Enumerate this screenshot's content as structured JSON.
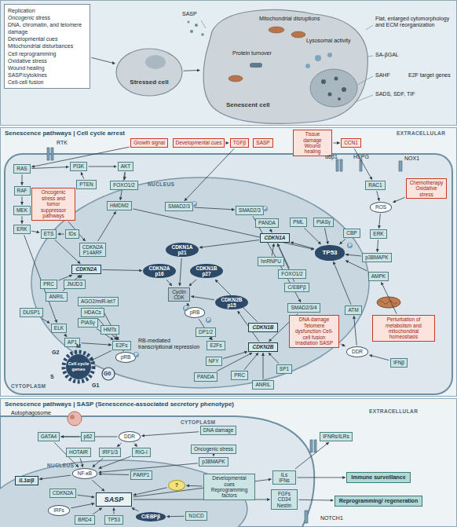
{
  "diagram": {
    "nodes": [
      {
        "text": [
          "Replication",
          "Oncogenic stress",
          "DNA, chromatin, and telomere damage",
          "Developmental cues",
          "Mitochondrial disturbances",
          "Cell reprogramming",
          "Oxidative stress",
          "Wound healing",
          "SASP/cytokines",
          "Cell-cell fusion"
        ]
      },
      {
        "text": [
          "Stressed cell"
        ]
      },
      {
        "text": [
          "Senescent cell"
        ]
      },
      {
        "text": [
          "Senescence pathways | Cell cycle arrest"
        ]
      },
      {
        "text": [
          "RAS"
        ],
        "in": 3
      },
      {
        "text": [
          "RAF"
        ],
        "in": 3
      },
      {
        "text": [
          "MEK"
        ],
        "in": 3
      },
      {
        "text": [
          "ERK"
        ],
        "in": 3
      },
      {
        "text": [
          "PI3K"
        ],
        "in": 3
      },
      {
        "text": [
          "AKT"
        ],
        "in": 3
      },
      {
        "text": [
          "PTEN"
        ],
        "in": 3
      },
      {
        "text": [
          "FOXO1/2"
        ],
        "in": 3
      },
      {
        "text": [
          "HMDM2"
        ],
        "in": 3
      },
      {
        "text": [
          "Oncogenic stress and tumor suppressor pathways"
        ],
        "in": 3
      },
      {
        "text": [
          "ETS"
        ],
        "in": 3
      },
      {
        "text": [
          "IDs"
        ],
        "in": 3
      },
      {
        "text": [
          "CDKN2A",
          "P14ARF"
        ],
        "in": 3
      },
      {
        "text": [
          "CDKN2A"
        ],
        "in": 3
      },
      {
        "text": [
          "PRC"
        ],
        "in": 3
      },
      {
        "text": [
          "JMJD3"
        ],
        "in": 3
      },
      {
        "text": [
          "ANRIL"
        ],
        "in": 3
      },
      {
        "text": [
          "DUSP1"
        ],
        "in": 3
      },
      {
        "text": [
          "ELK"
        ],
        "in": 3
      },
      {
        "text": [
          "AP1"
        ],
        "in": 3
      },
      {
        "text": [
          "AGO2/miR-let7"
        ],
        "in": 3
      },
      {
        "text": [
          "HDACs"
        ],
        "in": 3
      },
      {
        "text": [
          "PIASγ"
        ],
        "in": 3
      },
      {
        "text": [
          "HMTs"
        ],
        "in": 3
      },
      {
        "text": [
          "E2Fs"
        ],
        "in": 3
      },
      {
        "text": [
          "pRB"
        ],
        "in": 3
      },
      {
        "text": [
          "Cell cycle genes"
        ],
        "in": 3
      },
      {
        "text": [
          "CDKN1A",
          "p21"
        ],
        "in": 3
      },
      {
        "text": [
          "CDKN2A",
          "p16"
        ],
        "in": 3
      },
      {
        "text": [
          "CDKN1B",
          "p27"
        ],
        "in": 3
      },
      {
        "text": [
          "Cyclin",
          "CDK"
        ],
        "in": 3
      },
      {
        "text": [
          "pRB"
        ],
        "in": 3
      },
      {
        "text": [
          "CDKN2B",
          "p15"
        ],
        "in": 3
      },
      {
        "text": [
          "DP1/2"
        ],
        "in": 3
      },
      {
        "text": [
          "E2Fs"
        ],
        "in": 3
      },
      {
        "text": [
          "NFY"
        ],
        "in": 3
      },
      {
        "text": [
          "PANDA"
        ],
        "in": 3
      },
      {
        "text": [
          "PRC"
        ],
        "in": 3
      },
      {
        "text": [
          "ANRIL"
        ],
        "in": 3
      },
      {
        "text": [
          "SP1"
        ],
        "in": 3
      },
      {
        "text": [
          "CDKN2B"
        ],
        "in": 3
      },
      {
        "text": [
          "CDKN1B"
        ],
        "in": 3
      },
      {
        "text": [
          "CDKN1A"
        ],
        "in": 3
      },
      {
        "text": [
          "PANDA"
        ],
        "in": 3
      },
      {
        "text": [
          "hnRNPU"
        ],
        "in": 3
      },
      {
        "text": [
          "FOXO1/2"
        ],
        "in": 3
      },
      {
        "text": [
          "C/EBPβ"
        ],
        "in": 3
      },
      {
        "text": [
          "SMAD2/3/4"
        ],
        "in": 3
      },
      {
        "text": [
          "PML"
        ],
        "in": 3
      },
      {
        "text": [
          "PIASγ"
        ],
        "in": 3
      },
      {
        "text": [
          "CBP"
        ],
        "in": 3
      },
      {
        "text": [
          "TP53"
        ],
        "in": 3
      },
      {
        "text": [
          "SMAD2/3"
        ],
        "in": 3
      },
      {
        "text": [
          "SMAD2/3"
        ],
        "in": 3
      },
      {
        "text": [
          "Growth signal"
        ],
        "in": 3
      },
      {
        "text": [
          "Developmental cues"
        ],
        "in": 3
      },
      {
        "text": [
          "TGFβ"
        ],
        "in": 3
      },
      {
        "text": [
          "SASP"
        ],
        "in": 3
      },
      {
        "text": [
          "Tissue damage Wound healing"
        ],
        "in": 3
      },
      {
        "text": [
          "CCN1"
        ],
        "in": 3
      },
      {
        "text": [
          "RAC1"
        ],
        "in": 3
      },
      {
        "text": [
          "ROS"
        ],
        "in": 3
      },
      {
        "text": [
          "Chemotherapy Oxidative stress"
        ],
        "in": 3
      },
      {
        "text": [
          "ERK"
        ],
        "in": 3
      },
      {
        "text": [
          "p38MAPK"
        ],
        "in": 3
      },
      {
        "text": [
          "AMPK"
        ],
        "in": 3
      },
      {
        "text": [
          "ATM"
        ],
        "in": 3
      },
      {
        "text": [
          "DDR"
        ],
        "in": 3
      },
      {
        "text": [
          "DNA damage Telomere dysfunction Cell-cell fusion Irradiation SASP"
        ],
        "in": 3
      },
      {
        "text": [
          "Perturbation of metabolism and mitochondrial homeostasis"
        ],
        "in": 3
      },
      {
        "text": [
          "IFNβ"
        ],
        "in": 3
      },
      {
        "text": [
          "Senescence pathways | SASP (Senescence-associated secretory phenotype)"
        ]
      },
      {
        "text": [
          "GATA4"
        ],
        "in": 75
      },
      {
        "text": [
          "p62"
        ],
        "in": 75
      },
      {
        "text": [
          "DDR"
        ],
        "in": 75
      },
      {
        "text": [
          "HOTAIR"
        ],
        "in": 75
      },
      {
        "text": [
          "IRF1/3"
        ],
        "in": 75
      },
      {
        "text": [
          "RIG-I"
        ],
        "in": 75
      },
      {
        "text": [
          "NF-κB"
        ],
        "in": 75
      },
      {
        "text": [
          "PARP1"
        ],
        "in": 75
      },
      {
        "text": [
          "IL1α/β"
        ],
        "in": 75
      },
      {
        "text": [
          "CDKN2A"
        ],
        "in": 75
      },
      {
        "text": [
          "SASP"
        ],
        "in": 75
      },
      {
        "text": [
          "IRFs"
        ],
        "in": 75
      },
      {
        "text": [
          "BRD4"
        ],
        "in": 75
      },
      {
        "text": [
          "TP53"
        ],
        "in": 75
      },
      {
        "text": [
          "C/EBPβ"
        ],
        "in": 75
      },
      {
        "text": [
          "N1ICD"
        ],
        "in": 75
      },
      {
        "text": [
          "DNA damage"
        ],
        "in": 75
      },
      {
        "text": [
          "Oncogenic stress"
        ],
        "in": 75
      },
      {
        "text": [
          "p38MAPK"
        ],
        "in": 75
      },
      {
        "text": [
          "?"
        ],
        "in": 75
      },
      {
        "text": [
          "Developmental cues Reprogramming factors"
        ],
        "in": 75
      },
      {
        "text": [
          "IFNRs/ILRs"
        ],
        "in": 75
      },
      {
        "text": [
          "ILs IFNs"
        ],
        "in": 75
      },
      {
        "text": [
          "FGFs CD34 Nestin"
        ],
        "in": 75
      },
      {
        "text": [
          "Immune surveillance"
        ],
        "in": 75
      },
      {
        "text": [
          "Reprogramming/ regeneration"
        ],
        "in": 75
      }
    ],
    "edges": [
      {
        "from": 0,
        "to": 1,
        "arrow": "to"
      },
      {
        "from": 1,
        "to": 2,
        "arrow": "to"
      },
      {
        "from": 4,
        "to": 5,
        "arrow": "to"
      },
      {
        "from": 5,
        "to": 6,
        "arrow": "to"
      },
      {
        "from": 6,
        "to": 7,
        "arrow": "to"
      },
      {
        "from": 4,
        "to": 8,
        "arrow": "to"
      },
      {
        "from": 8,
        "to": 9,
        "arrow": "to"
      },
      {
        "from": 10,
        "to": 8,
        "arrow": "to"
      },
      {
        "from": 9,
        "to": 11,
        "arrow": "to"
      },
      {
        "from": 9,
        "to": 12,
        "arrow": "to"
      },
      {
        "from": 7,
        "to": 14,
        "arrow": "to"
      },
      {
        "from": 15,
        "to": 14,
        "arrow": "to"
      },
      {
        "from": 14,
        "to": 17,
        "arrow": "to"
      },
      {
        "from": 13,
        "to": 16,
        "arrow": "to"
      },
      {
        "from": 16,
        "to": 12,
        "arrow": "to"
      },
      {
        "from": 17,
        "to": 32,
        "arrow": "to"
      },
      {
        "from": 18,
        "to": 17,
        "arrow": "to"
      },
      {
        "from": 19,
        "to": 17,
        "arrow": "to"
      },
      {
        "from": 20,
        "to": 17,
        "arrow": "to"
      },
      {
        "from": 7,
        "to": 22,
        "arrow": "to"
      },
      {
        "from": 21,
        "to": 22,
        "arrow": "to"
      },
      {
        "from": 22,
        "to": 23,
        "arrow": "to"
      },
      {
        "from": 23,
        "to": 28,
        "arrow": "to"
      },
      {
        "from": 24,
        "to": 28,
        "arrow": "to"
      },
      {
        "from": 25,
        "to": 28,
        "arrow": "to"
      },
      {
        "from": 26,
        "to": 28,
        "arrow": "to"
      },
      {
        "from": 27,
        "to": 28,
        "arrow": "to"
      },
      {
        "from": 29,
        "to": 28,
        "arrow": "to"
      },
      {
        "from": 28,
        "to": 30,
        "arrow": "to"
      },
      {
        "from": 32,
        "to": 34,
        "arrow": "to"
      },
      {
        "from": 33,
        "to": 34,
        "arrow": "to"
      },
      {
        "from": 31,
        "to": 34,
        "arrow": "to"
      },
      {
        "from": 36,
        "to": 34,
        "arrow": "to"
      },
      {
        "from": 34,
        "to": 35,
        "arrow": "to"
      },
      {
        "from": 35,
        "to": 38,
        "arrow": "to"
      },
      {
        "from": 37,
        "to": 38,
        "arrow": "to"
      },
      {
        "from": 39,
        "to": 44,
        "arrow": "to"
      },
      {
        "from": 40,
        "to": 44,
        "arrow": "to"
      },
      {
        "from": 41,
        "to": 44,
        "arrow": "to"
      },
      {
        "from": 42,
        "to": 44,
        "arrow": "to"
      },
      {
        "from": 43,
        "to": 44,
        "arrow": "to"
      },
      {
        "from": 44,
        "to": 36,
        "arrow": "to"
      },
      {
        "from": 45,
        "to": 33,
        "arrow": "to"
      },
      {
        "from": 46,
        "to": 31,
        "arrow": "to"
      },
      {
        "from": 47,
        "to": 46,
        "arrow": "to"
      },
      {
        "from": 48,
        "to": 46,
        "arrow": "to"
      },
      {
        "from": 49,
        "to": 46,
        "arrow": "to"
      },
      {
        "from": 50,
        "to": 46,
        "arrow": "to"
      },
      {
        "from": 51,
        "to": 44,
        "arrow": "to"
      },
      {
        "from": 55,
        "to": 46,
        "arrow": "to"
      },
      {
        "from": 52,
        "to": 55,
        "arrow": "to"
      },
      {
        "from": 53,
        "to": 55,
        "arrow": "to"
      },
      {
        "from": 54,
        "to": 55,
        "arrow": "to"
      },
      {
        "from": 12,
        "to": 55,
        "arrow": "to"
      },
      {
        "from": 58,
        "to": 4,
        "arrow": "to"
      },
      {
        "from": 59,
        "to": 60,
        "arrow": "to"
      },
      {
        "from": 60,
        "to": 56,
        "arrow": "to"
      },
      {
        "from": 56,
        "to": 57,
        "arrow": "to"
      },
      {
        "from": 57,
        "to": 51,
        "arrow": "to"
      },
      {
        "from": 62,
        "to": 63,
        "arrow": "to"
      },
      {
        "from": 63,
        "to": 64,
        "arrow": "to"
      },
      {
        "from": 64,
        "to": 65,
        "arrow": "to"
      },
      {
        "from": 66,
        "to": 65,
        "arrow": "to"
      },
      {
        "from": 65,
        "to": 67,
        "arrow": "to"
      },
      {
        "from": 67,
        "to": 68,
        "arrow": "to"
      },
      {
        "from": 68,
        "to": 55,
        "arrow": "to"
      },
      {
        "from": 69,
        "to": 55,
        "arrow": "to"
      },
      {
        "from": 73,
        "to": 69,
        "arrow": "to"
      },
      {
        "from": 72,
        "to": 71,
        "arrow": "to"
      },
      {
        "from": 71,
        "to": 70,
        "arrow": "to"
      },
      {
        "from": 70,
        "to": 55,
        "arrow": "to"
      },
      {
        "from": 74,
        "to": 71,
        "arrow": "to"
      },
      {
        "from": 77,
        "to": 76,
        "arrow": "to"
      },
      {
        "from": 78,
        "to": 76,
        "arrow": "to"
      },
      {
        "from": 76,
        "to": 82,
        "arrow": "to"
      },
      {
        "from": 78,
        "to": 80,
        "arrow": "to"
      },
      {
        "from": 78,
        "to": 81,
        "arrow": "to"
      },
      {
        "from": 79,
        "to": 82,
        "arrow": "to"
      },
      {
        "from": 80,
        "to": 82,
        "arrow": "to"
      },
      {
        "from": 81,
        "to": 82,
        "arrow": "to"
      },
      {
        "from": 83,
        "to": 82,
        "arrow": "to"
      },
      {
        "from": 82,
        "to": 84,
        "arrow": "to"
      },
      {
        "from": 82,
        "to": 86,
        "arrow": "to"
      },
      {
        "from": 85,
        "to": 86,
        "arrow": "to"
      },
      {
        "from": 87,
        "to": 86,
        "arrow": "to"
      },
      {
        "from": 88,
        "to": 86,
        "arrow": "to"
      },
      {
        "from": 89,
        "to": 86,
        "arrow": "to"
      },
      {
        "from": 90,
        "to": 86,
        "arrow": "to"
      },
      {
        "from": 91,
        "to": 90,
        "arrow": "to"
      },
      {
        "from": 92,
        "to": 78,
        "arrow": "to"
      },
      {
        "from": 93,
        "to": 94,
        "arrow": "to"
      },
      {
        "from": 94,
        "to": 82,
        "arrow": "to"
      },
      {
        "from": 96,
        "to": 95,
        "arrow": "to"
      },
      {
        "from": 95,
        "to": 86,
        "arrow": "to"
      },
      {
        "from": 86,
        "to": 98,
        "arrow": "to"
      },
      {
        "from": 86,
        "to": 99,
        "arrow": "to"
      },
      {
        "from": 98,
        "to": 97,
        "arrow": "to"
      },
      {
        "from": 98,
        "to": 100,
        "arrow": "to"
      },
      {
        "from": 99,
        "to": 101,
        "arrow": "to"
      }
    ],
    "labels": [
      "SASP",
      "Mitochondrial disruptions",
      "Protein turnover",
      "Lysosomal activity",
      "Flat, enlarged cytomorphology and ECM reorganization",
      "SA-βGAL",
      "SAHF",
      "E2F target genes",
      "SADS, SDF, TIF",
      "EXTRACELLULAR",
      "RTK",
      "α6β1",
      "HSPG",
      "NOX1",
      "NUCLEUS",
      "CYTOPLASM",
      "RB-mediated transcriptional repression",
      "G2",
      "M",
      "S",
      "G1",
      "G0",
      "CYTOPLASM",
      "EXTRACELLULAR",
      "NUCLEUS",
      "Autophagosome",
      "NOTCH1",
      "P",
      "P",
      "P",
      "P",
      "P",
      "P"
    ]
  }
}
